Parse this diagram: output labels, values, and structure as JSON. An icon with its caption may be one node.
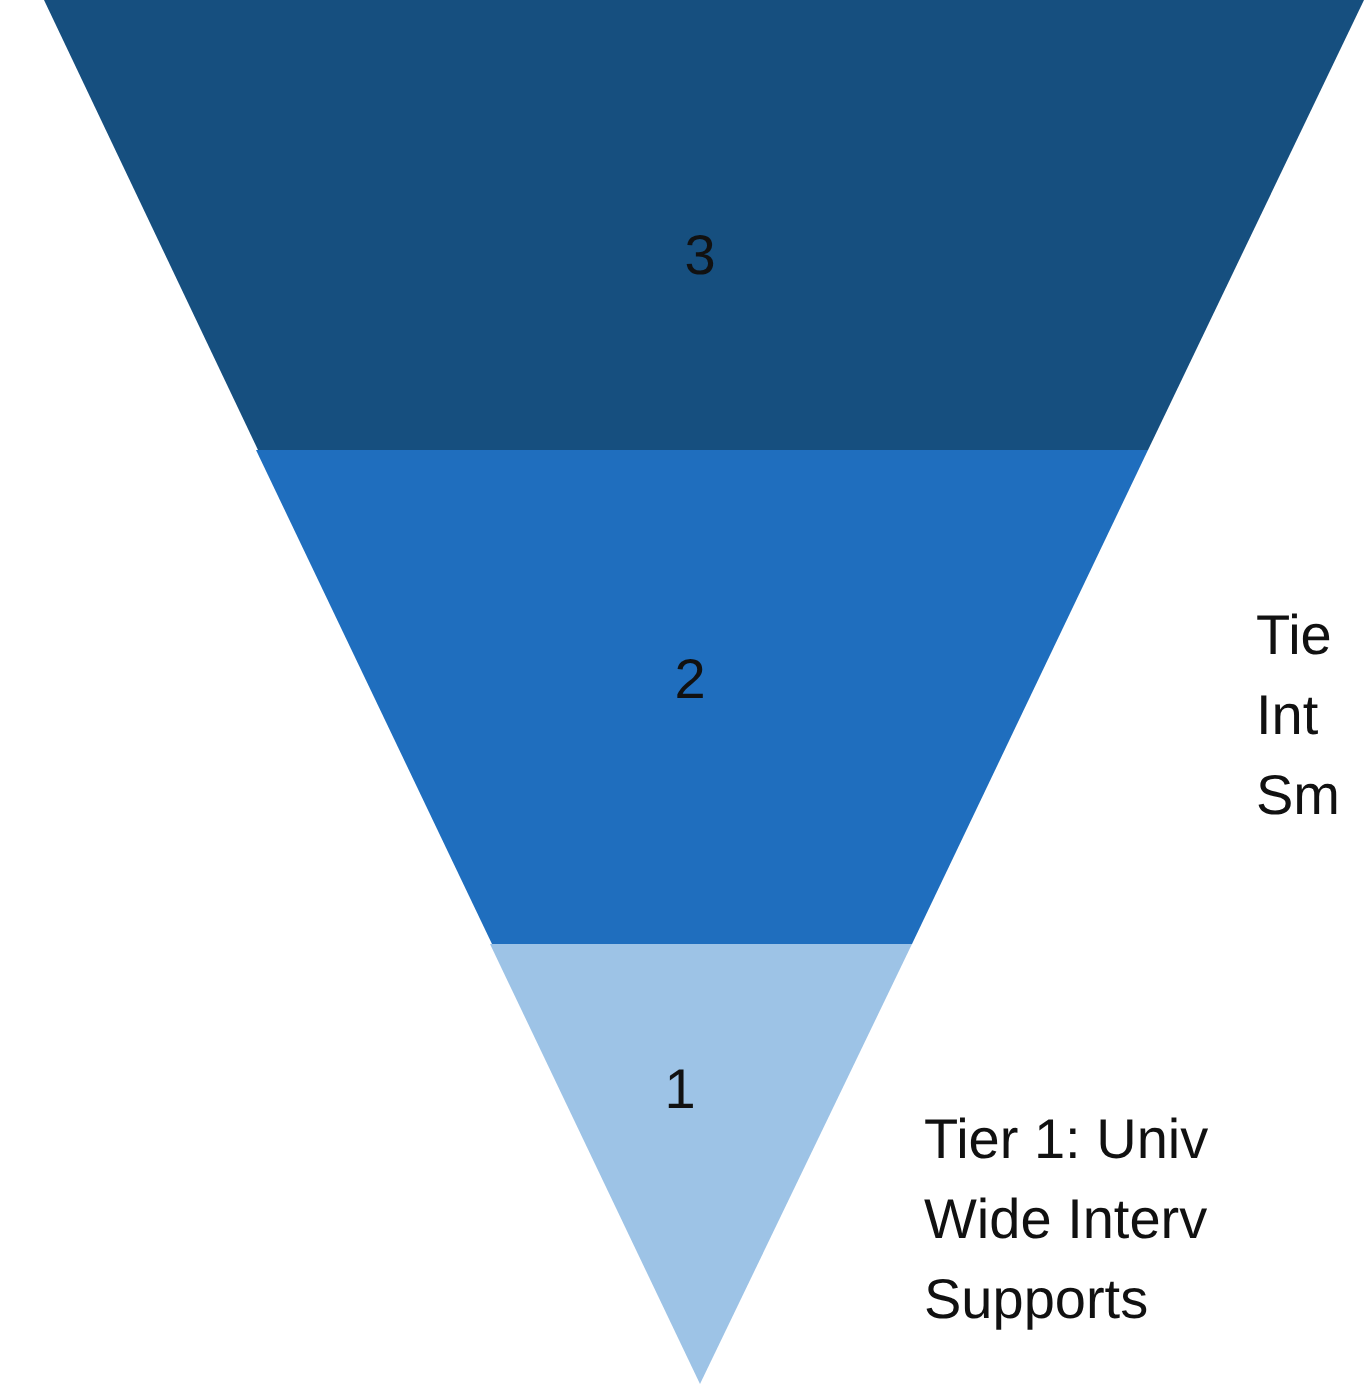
{
  "diagram": {
    "nodes": [
      {
        "text": [
          "3"
        ]
      },
      {
        "text": [
          "2"
        ],
        "beside": [
          "Tie Int Sm"
        ]
      },
      {
        "text": [
          "1"
        ],
        "beside": [
          "Tier 1: Univ Wide Interv Supports"
        ]
      }
    ]
  }
}
